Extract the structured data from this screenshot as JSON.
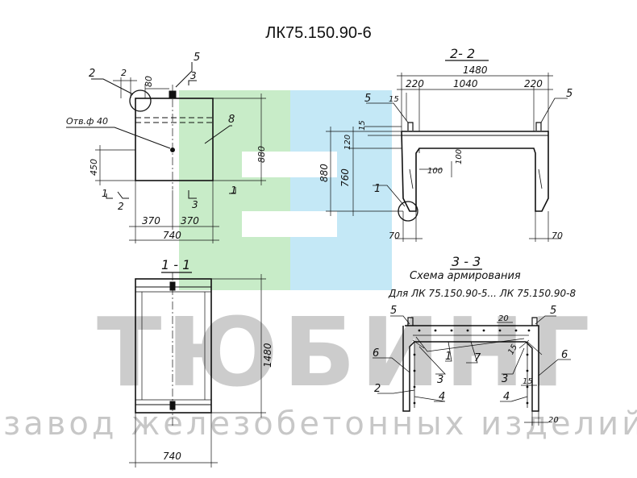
{
  "title": "ЛК75.150.90-6",
  "watermark": {
    "brand": "ТЮБИНГ",
    "tagline": "завод железобетонных изделий",
    "colors": {
      "green": "#c8ecc8",
      "blue": "#c4e8f6",
      "gray": "#bdbdbd"
    }
  },
  "plan_view": {
    "callouts": {
      "c2": "2",
      "c5": "5",
      "c8": "8",
      "c3": "3"
    },
    "dims": {
      "d2": "2",
      "d80": "80",
      "d880": "880",
      "d450": "450",
      "d370a": "370",
      "d370b": "370",
      "d740": "740"
    },
    "hole_label": "Отв.ф 40",
    "section_marks": {
      "s1a": "1",
      "s1b": "1",
      "s2": "2",
      "s3": "3"
    }
  },
  "section_2_2": {
    "label": "2- 2",
    "dims": {
      "d1480": "1480",
      "d220a": "220",
      "d1040": "1040",
      "d220b": "220",
      "d15a": "15",
      "d15b": "15",
      "d120": "120",
      "d880": "880",
      "d760": "760",
      "d100a": "100",
      "d100b": "100",
      "d70a": "70",
      "d70b": "70"
    },
    "callouts": {
      "c5a": "5",
      "c5b": "5",
      "c1": "1"
    }
  },
  "section_1_1": {
    "label": "1 - 1",
    "dims": {
      "d1480": "1480",
      "d740": "740"
    }
  },
  "section_3_3": {
    "label": "3 - 3",
    "subtitle": "Схема армирования",
    "applies_to": "Для ЛК 75.150.90-5... ЛК 75.150.90-8",
    "callouts": {
      "c5a": "5",
      "c5b": "5",
      "c6a": "6",
      "c6b": "6",
      "c3a": "3",
      "c3b": "3",
      "c1": "1",
      "c7": "7",
      "c2": "2",
      "c4a": "4",
      "c4b": "4"
    },
    "dims": {
      "d20a": "20",
      "d15a": "15",
      "d15b": "15",
      "d20b": "20"
    }
  }
}
